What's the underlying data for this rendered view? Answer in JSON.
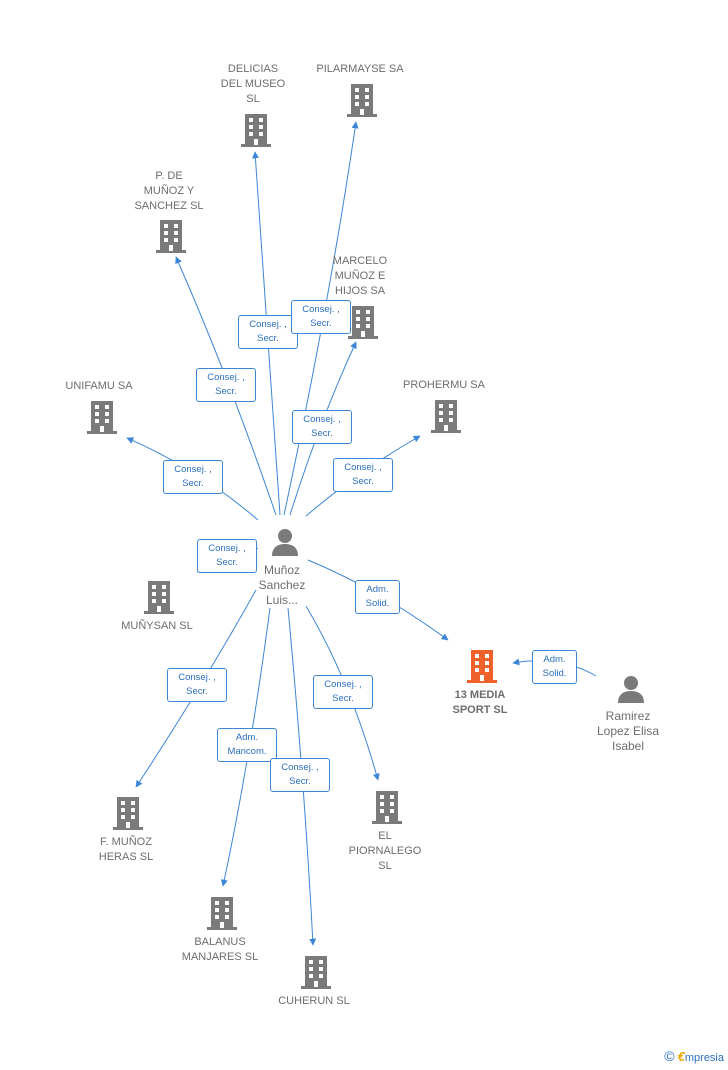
{
  "colors": {
    "edge": "#3d86d6",
    "company_icon": "#7a7a7a",
    "focus_icon": "#f0622c",
    "person_icon": "#7a7a7a"
  },
  "nodes": {
    "delicias": "DELICIAS\nDEL MUSEO\nSL",
    "pilarmayse": "PILARMAYSE SA",
    "pdemunoz": "P.  DE\nMUÑOZ Y\nSANCHEZ  SL",
    "marcelo": "MARCELO\nMUÑOZ E\nHIJOS SA",
    "unifamu": "UNIFAMU SA",
    "prohermu": "PROHERMU SA",
    "munoz_person": "Muñoz\nSanchez\nLuis...",
    "munysan": "MUÑYSAN  SL",
    "media13": "13 MEDIA\nSPORT  SL",
    "ramirez": "Ramirez\nLopez Elisa\nIsabel",
    "fmunoz": "F.  MUÑOZ\nHERAS  SL",
    "piornalego": "EL\nPIORNALEGO\nSL",
    "balanus": "BALANUS\nMANJARES SL",
    "cuherun": "CUHERUN  SL"
  },
  "edge_labels": {
    "delicias": "Consej. ,\nSecr.",
    "pilarmayse": "Consej. ,\nSecr.",
    "pdemunoz": "Consej. ,\nSecr.",
    "marcelo": "Consej. ,\nSecr.",
    "unifamu": "Consej. ,\nSecr.",
    "prohermu": "Consej. ,\nSecr.",
    "munysan": "Consej. ,\nSecr.",
    "media13": "Adm.\nSolid.",
    "ramirez_media13": "Adm.\nSolid.",
    "fmunoz": "Consej. ,\nSecr.",
    "balanus": "Adm.\nMancom.",
    "cuherun": "Consej. ,\nSecr.",
    "piornalego": "Consej. ,\nSecr."
  },
  "brand": {
    "copyright": "©",
    "e": "€",
    "rest": "mpresia"
  }
}
